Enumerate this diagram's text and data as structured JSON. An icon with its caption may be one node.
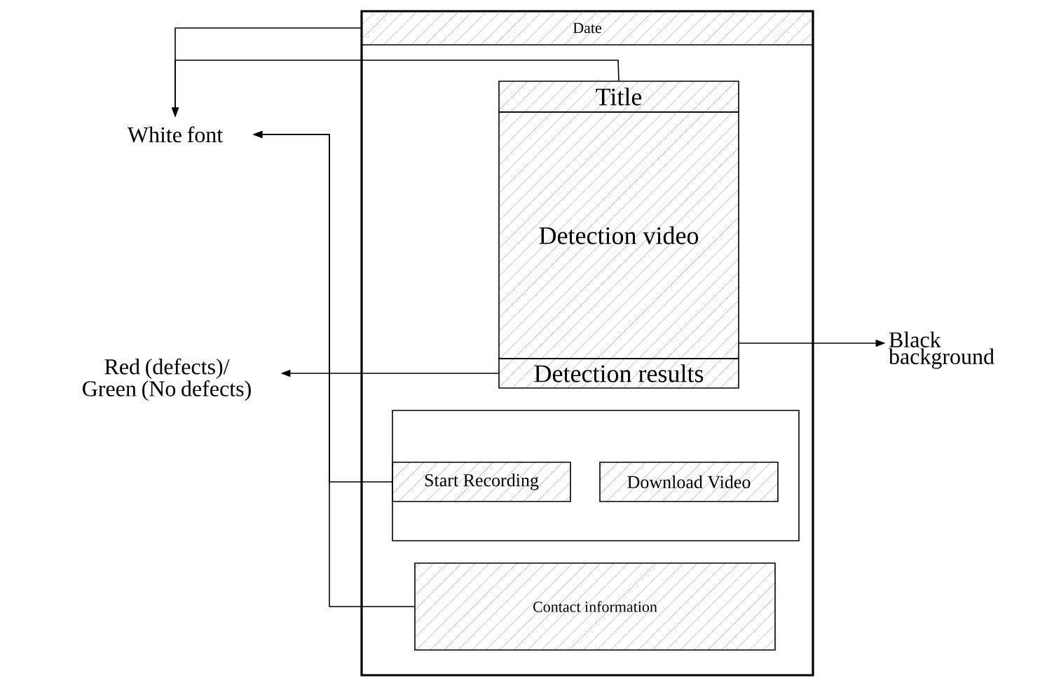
{
  "diagram": {
    "nodes": [
      {
        "text": [],
        "shape": "box"
      },
      {
        "text": [
          "Date"
        ],
        "in": 0
      },
      {
        "text": [
          "Title"
        ],
        "in": 0
      },
      {
        "text": [
          "Detection video"
        ],
        "in": 0
      },
      {
        "text": [
          "Detection results"
        ],
        "in": 0
      },
      {
        "text": [],
        "shape": "box",
        "in": 0
      },
      {
        "text": [
          "Start Recording"
        ],
        "in": 5
      },
      {
        "text": [
          "Download Video"
        ],
        "in": 5
      },
      {
        "text": [
          "Contact information"
        ],
        "in": 0
      },
      {
        "text": [
          "White font"
        ]
      },
      {
        "text": [
          "Red (defects)/ Green (No defects)"
        ]
      },
      {
        "text": [
          "Black background"
        ]
      }
    ],
    "edges": [
      {
        "from": 1,
        "to": 9,
        "arrow": "to"
      },
      {
        "from": 2,
        "to": 9,
        "arrow": "to"
      },
      {
        "from": 6,
        "to": 9,
        "arrow": "to"
      },
      {
        "from": 8,
        "to": 9,
        "arrow": "to"
      },
      {
        "from": 4,
        "to": 10,
        "arrow": "to"
      },
      {
        "from": 3,
        "to": 11,
        "arrow": "to"
      }
    ]
  }
}
